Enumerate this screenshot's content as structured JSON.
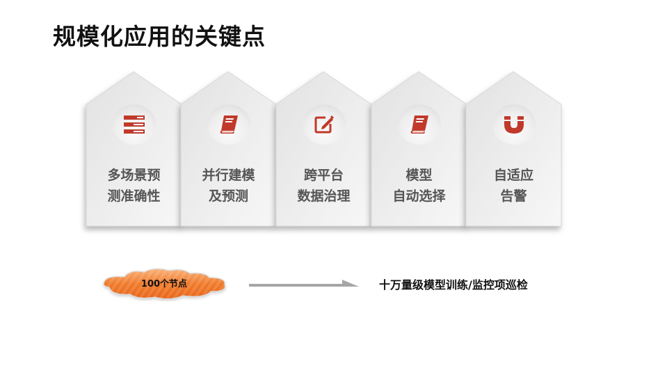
{
  "title": "规模化应用的关键点",
  "cards": [
    {
      "icon": "list-icon",
      "line1": "多场景预",
      "line2": "测准确性"
    },
    {
      "icon": "book-icon",
      "line1": "并行建模",
      "line2": "及预测"
    },
    {
      "icon": "edit-icon",
      "line1": "跨平台",
      "line2": "数据治理"
    },
    {
      "icon": "book-icon",
      "line1": "模型",
      "line2": "自动选择"
    },
    {
      "icon": "magnet-icon",
      "line1": "自适应",
      "line2": "告警"
    }
  ],
  "flow": {
    "source_label": "100个节点",
    "target_label": "十万量级模型训练/监控项巡检"
  },
  "colors": {
    "icon_red": "#c0392b",
    "cloud_orange": "#f07a2a",
    "card_gray": "#e8e8e8",
    "label_gray": "#555555",
    "arrow_gray": "#a6a6a6"
  }
}
